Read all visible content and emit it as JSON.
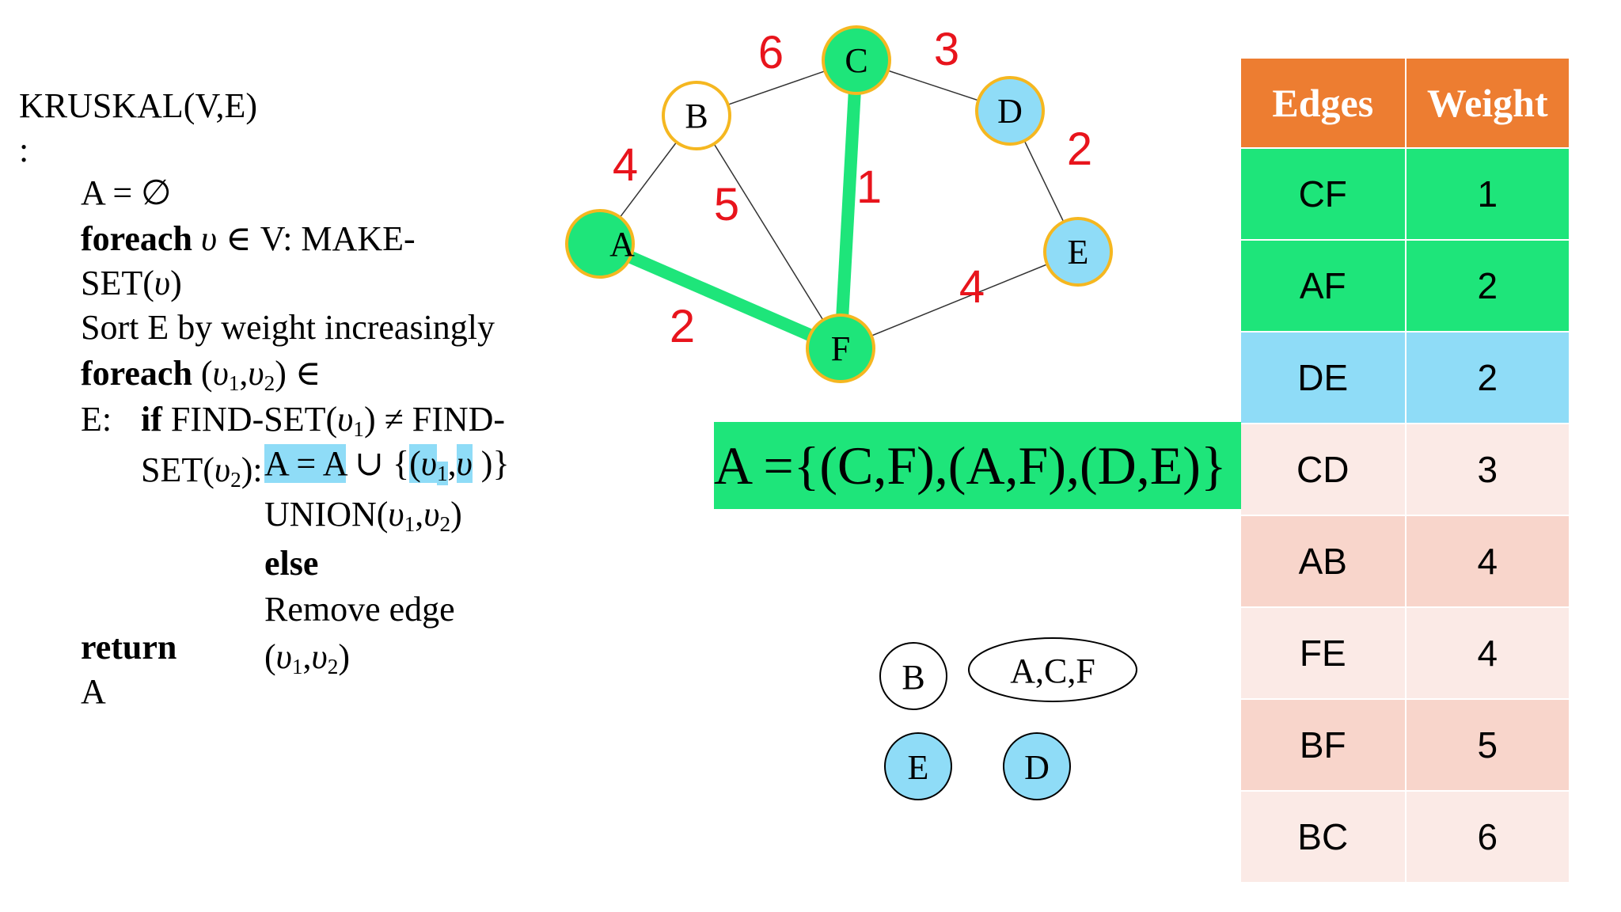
{
  "pseudocode": {
    "title": "KRUSKAL(V,E)",
    "colon": ":",
    "init_set": "A = ∅",
    "foreach1_kw": "foreach",
    "foreach1_v": "υ",
    "foreach1_in": " ∈ V:  MAKE-",
    "make_set_a": "SET(",
    "make_set_v": "υ",
    "make_set_b": ")",
    "sort_line": "Sort E by weight increasingly",
    "foreach2_kw": "foreach",
    "foreach2_var1": "υ",
    "foreach2_sub1": "1",
    "foreach2_var2": "υ",
    "foreach2_sub2": "2",
    "foreach2_in": " ∈",
    "e_label": "E:",
    "if_kw": "if",
    "if_a": " FIND-SET(",
    "if_v1": "υ",
    "if_sub1": "1",
    "if_b": ") ≠ FIND-",
    "set_a": "SET(",
    "set_v": "υ",
    "set_sub": "2",
    "set_b": "):",
    "assign_hl": "A = A",
    "assign_union": " ∪  {",
    "assign_paren": "(",
    "assign_v1": "υ",
    "assign_sub1": "1",
    "assign_comma": ",",
    "assign_v2": "υ",
    "assign_close": " )}",
    "union_a": "UNION(",
    "union_v1": "υ",
    "union_sub1": "1",
    "union_comma": ",",
    "union_v2": "υ",
    "union_sub2": "2",
    "union_b": ")",
    "else_kw": "else",
    "remove_line": "Remove edge",
    "remove_a": "(",
    "remove_v1": "υ",
    "remove_sub1": "1",
    "remove_comma": ",",
    "remove_v2": "υ",
    "remove_sub2": "2",
    "remove_b": ")",
    "return_kw": "return",
    "return_val": "A"
  },
  "graph": {
    "nodes": [
      {
        "id": "A",
        "label": "A",
        "fill": "#1ee57a"
      },
      {
        "id": "B",
        "label": "B",
        "fill": "#ffffff"
      },
      {
        "id": "C",
        "label": "C",
        "fill": "#1ee57a"
      },
      {
        "id": "D",
        "label": "D",
        "fill": "#8fdcf7"
      },
      {
        "id": "E",
        "label": "E",
        "fill": "#8fdcf7"
      },
      {
        "id": "F",
        "label": "F",
        "fill": "#1ee57a"
      }
    ],
    "edges": [
      {
        "from": "C",
        "to": "F",
        "weight": "1",
        "in_mst": true
      },
      {
        "from": "A",
        "to": "F",
        "weight": "2",
        "in_mst": true
      },
      {
        "from": "D",
        "to": "E",
        "weight": "2",
        "in_mst": false
      },
      {
        "from": "C",
        "to": "D",
        "weight": "3",
        "in_mst": false
      },
      {
        "from": "A",
        "to": "B",
        "weight": "4",
        "in_mst": false
      },
      {
        "from": "F",
        "to": "E",
        "weight": "4",
        "in_mst": false
      },
      {
        "from": "B",
        "to": "F",
        "weight": "5",
        "in_mst": false
      },
      {
        "from": "B",
        "to": "C",
        "weight": "6",
        "in_mst": false
      }
    ],
    "node_border_color": "#f5b720",
    "mst_color": "#1ee57a"
  },
  "result": {
    "text": "A ={(C,F),(A,F),(D,E)}"
  },
  "sets": {
    "b": "B",
    "acf": "A,C,F",
    "e": "E",
    "d": "D"
  },
  "table": {
    "headers": [
      "Edges",
      "Weight"
    ],
    "rows": [
      {
        "edge": "CF",
        "weight": "1",
        "color": "#1ee57a"
      },
      {
        "edge": "AF",
        "weight": "2",
        "color": "#1ee57a"
      },
      {
        "edge": "DE",
        "weight": "2",
        "color": "#8fdcf7"
      },
      {
        "edge": "CD",
        "weight": "3",
        "color": "#fbeae6"
      },
      {
        "edge": "AB",
        "weight": "4",
        "color": "#f8d5cb"
      },
      {
        "edge": "FE",
        "weight": "4",
        "color": "#fbeae6"
      },
      {
        "edge": "BF",
        "weight": "5",
        "color": "#f8d5cb"
      },
      {
        "edge": "BC",
        "weight": "6",
        "color": "#fbeae6"
      }
    ],
    "header_color": "#ed7d31"
  }
}
